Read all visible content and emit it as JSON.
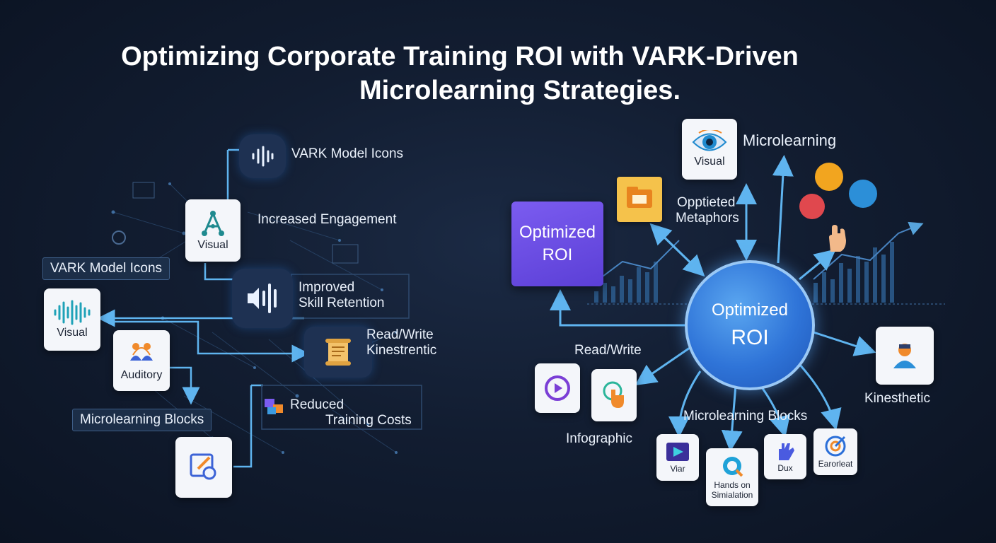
{
  "title": {
    "line1": "Optimizing Corporate Training ROI with VARK-Driven",
    "line2": "Microlearning Strategies."
  },
  "left": {
    "vark_model_icons_top": "VARK Model Icons",
    "visual_card": "Visual",
    "increased_engagement": "Increased Engagement",
    "vark_model_icons_pill": "VARK Model Icons",
    "improved_line1": "Improved",
    "improved_line2": "Skill Retention",
    "visual_card_2": "Visual",
    "auditory_card": "Auditory",
    "read_write_line1": "Read/Write",
    "read_write_line2": "Kinestrentic",
    "microlearning_blocks_pill": "Microlearning Blocks",
    "reduced_line1": "Reduced",
    "reduced_line2": "Training Costs"
  },
  "right": {
    "visual_card": "Visual",
    "microlearning": "Microlearning",
    "opptieted_line1": "Opptieted",
    "opptieted_line2": "Metaphors",
    "roi_square_line1": "Optimized",
    "roi_square_line2": "ROI",
    "roi_circle_line1": "Optimized",
    "roi_circle_line2": "ROI",
    "read_write": "Read/Write",
    "kinesthetic": "Kinesthetic",
    "infographic": "Infographic",
    "microlearning_blocks": "Microlearning Blocks",
    "card_viar": "Viar",
    "card_hands_line1": "Hands on",
    "card_hands_line2": "Simialation",
    "card_dux": "Dux",
    "card_earorleat": "Earorleat"
  },
  "colors": {
    "connector": "#5fb4ef",
    "roi_purple": "#6a4ce6",
    "roi_blue": "#3b82e0"
  }
}
